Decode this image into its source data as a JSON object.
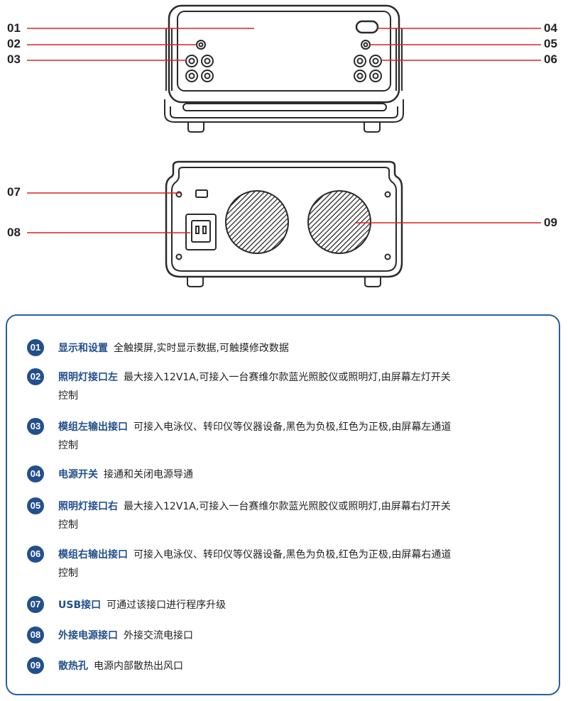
{
  "colors": {
    "callout_line": "#d8202a",
    "accent": "#234f8c",
    "device": "#2a2a2a",
    "border": "#2b5f9c"
  },
  "callouts": [
    {
      "num": "01"
    },
    {
      "num": "02"
    },
    {
      "num": "03"
    },
    {
      "num": "04"
    },
    {
      "num": "05"
    },
    {
      "num": "06"
    },
    {
      "num": "07"
    },
    {
      "num": "08"
    },
    {
      "num": "09"
    }
  ],
  "items": [
    {
      "badge": "01",
      "title": "显示和设置",
      "desc": "全触摸屏,实时显示数据,可触摸修改数据",
      "desc2": ""
    },
    {
      "badge": "02",
      "title": "照明灯接口左",
      "desc": "最大接入12V1A,可接入一台赛维尔款蓝光照胶仪或照明灯,由屏幕左灯开关",
      "desc2": "控制"
    },
    {
      "badge": "03",
      "title": "模组左输出接口",
      "desc": "可接入电泳仪、转印仪等仪器设备,黑色为负极,红色为正极,由屏幕左通道",
      "desc2": "控制"
    },
    {
      "badge": "04",
      "title": "电源开关",
      "desc": "接通和关闭电源导通",
      "desc2": ""
    },
    {
      "badge": "05",
      "title": "照明灯接口右",
      "desc": "最大接入12V1A,可接入一台赛维尔款蓝光照胶仪或照明灯,由屏幕右灯开关",
      "desc2": "控制"
    },
    {
      "badge": "06",
      "title": "模组右输出接口",
      "desc": "可接入电泳仪、转印仪等仪器设备,黑色为负极,红色为正极,由屏幕右通道",
      "desc2": "控制"
    },
    {
      "badge": "07",
      "title": "USB接口",
      "desc": "可通过该接口进行程序升级",
      "desc2": ""
    },
    {
      "badge": "08",
      "title": "外接电源接口",
      "desc": "外接交流电接口",
      "desc2": ""
    },
    {
      "badge": "09",
      "title": "散热孔",
      "desc": "电源内部散热出风口",
      "desc2": ""
    }
  ]
}
